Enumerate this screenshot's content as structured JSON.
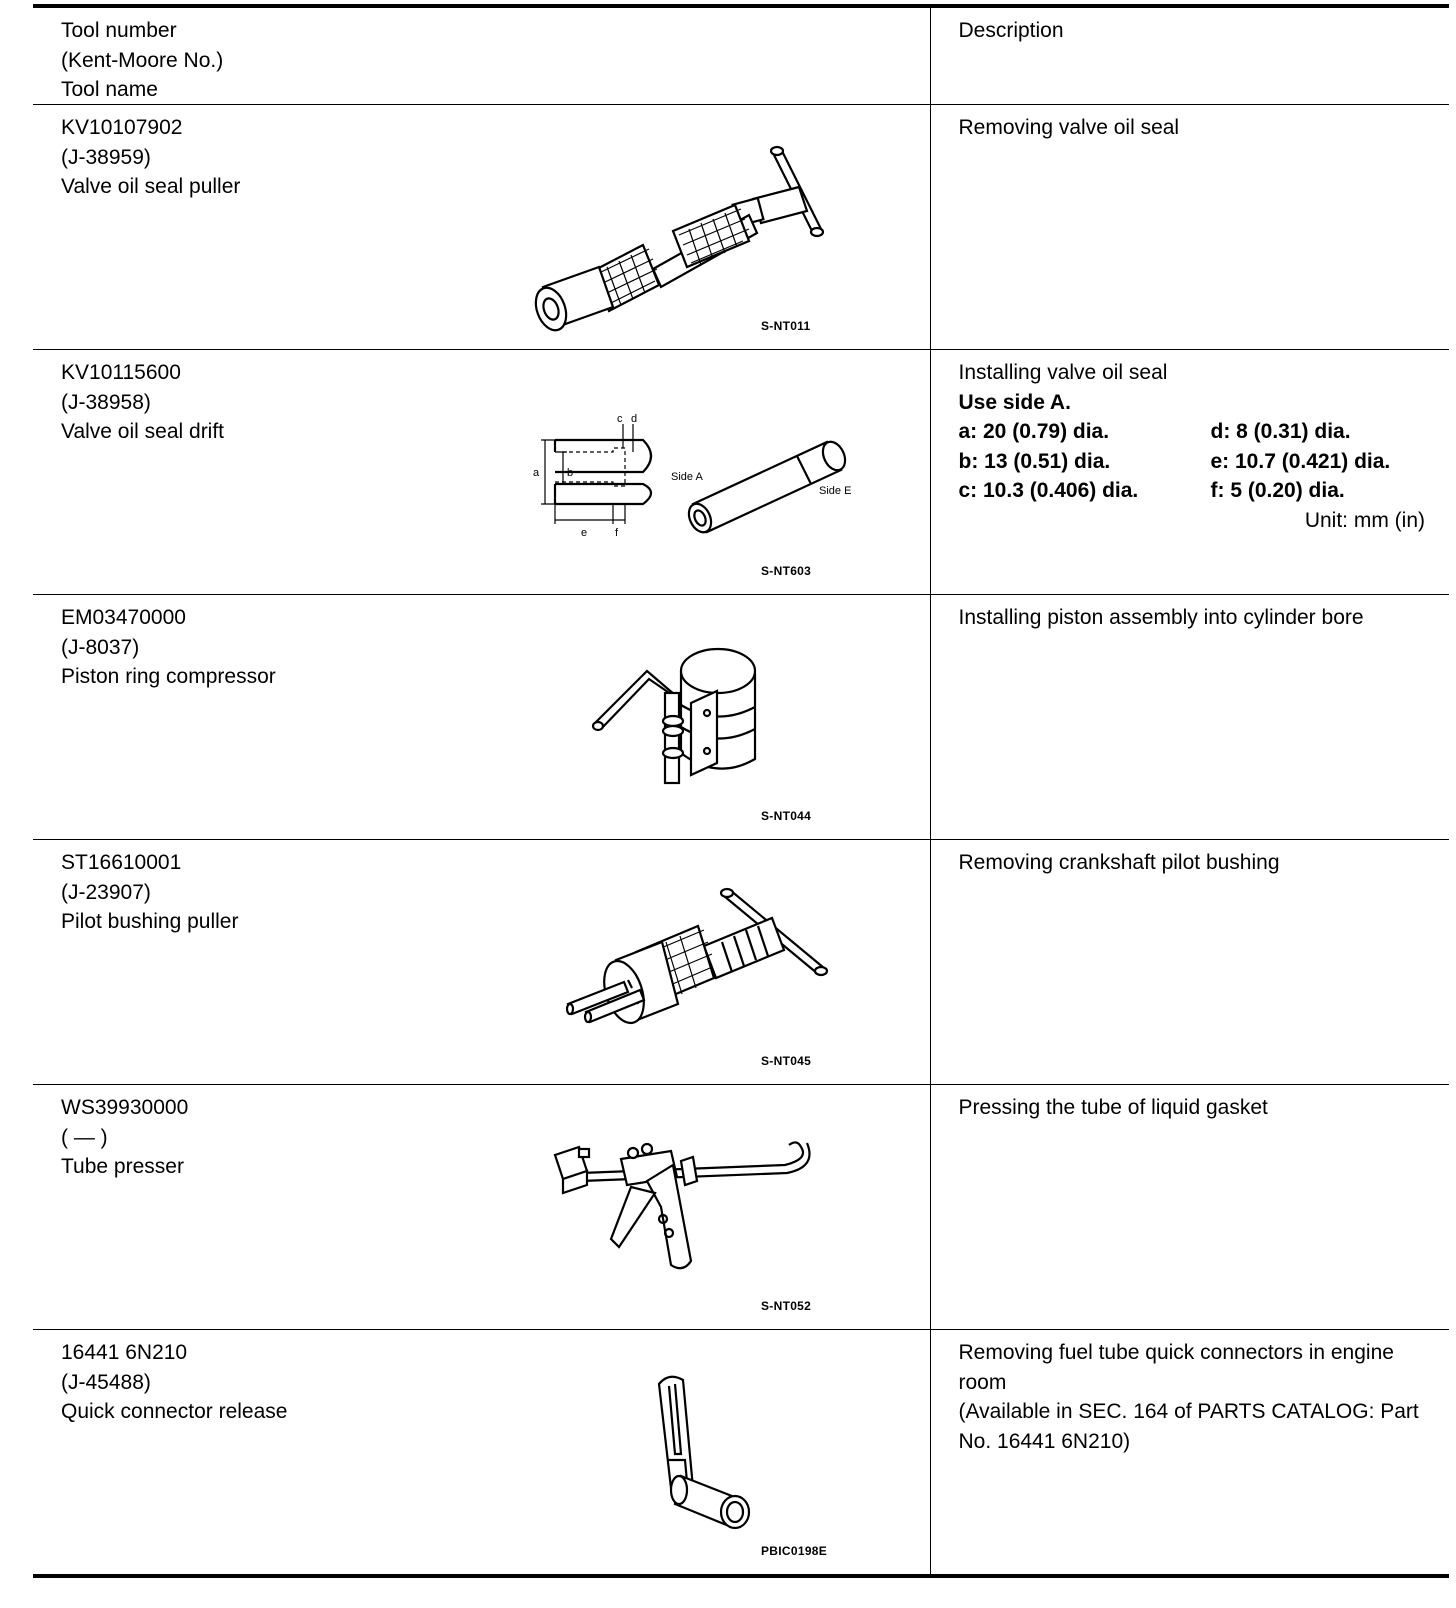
{
  "header": {
    "col1": [
      "Tool number",
      "(Kent-Moore No.)",
      "Tool name"
    ],
    "col2": "Description"
  },
  "tools": [
    {
      "number": "KV10107902",
      "kent_moore": "(J-38959)",
      "name": "Valve oil seal puller",
      "figure_code": "S-NT011",
      "description": "Removing valve oil seal"
    },
    {
      "number": "KV10115600",
      "kent_moore": "(J-38958)",
      "name": "Valve oil seal drift",
      "figure_code": "S-NT603",
      "figure_labels": [
        "a",
        "b",
        "c",
        "d",
        "e",
        "f",
        "Side A",
        "Side E"
      ],
      "description": "Installing valve oil seal",
      "note": "Use side A.",
      "dimensions": [
        "a: 20 (0.79) dia.",
        "d: 8 (0.31) dia.",
        "b: 13 (0.51) dia.",
        "e: 10.7 (0.421) dia.",
        "c: 10.3 (0.406) dia.",
        "f: 5 (0.20) dia."
      ],
      "unit": "Unit: mm (in)"
    },
    {
      "number": "EM03470000",
      "kent_moore": "(J-8037)",
      "name": "Piston ring compressor",
      "figure_code": "S-NT044",
      "description": "Installing piston assembly into cylinder bore"
    },
    {
      "number": "ST16610001",
      "kent_moore": "(J-23907)",
      "name": "Pilot bushing puller",
      "figure_code": "S-NT045",
      "description": "Removing crankshaft pilot bushing"
    },
    {
      "number": "WS39930000",
      "kent_moore": "(  —  )",
      "name": "Tube presser",
      "figure_code": "S-NT052",
      "description": "Pressing the tube of liquid gasket"
    },
    {
      "number": "16441 6N210",
      "kent_moore": "(J-45488)",
      "name": "Quick connector release",
      "figure_code": "PBIC0198E",
      "description": "Removing fuel tube quick connectors in engine room",
      "note": "(Available in SEC. 164 of PARTS CATALOG: Part No. 16441 6N210)"
    }
  ]
}
